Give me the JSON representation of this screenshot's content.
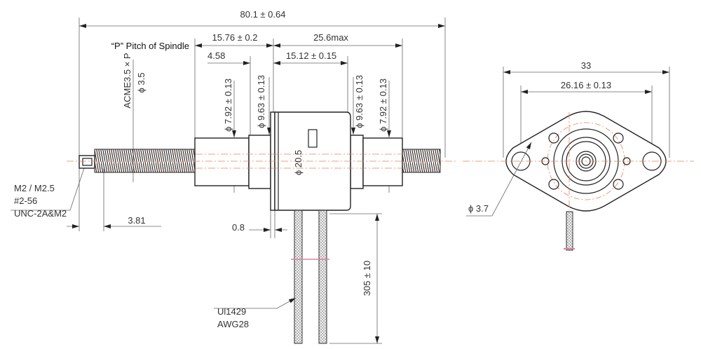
{
  "drawing": {
    "side_view": {
      "overall_length": "80.1 ± 0.64",
      "left_span": "15.76 ± 0.2",
      "right_span": "25.6max",
      "pitch_note": "“P” Pitch of Spindle",
      "boss_offset": "4.58",
      "body_length": "15.12 ± 0.15",
      "thread_spec": "ACME3.5 × P",
      "thread_diameter": "ϕ 3.5",
      "left_tube_diameter": "ϕ 7.92 ± 0.13",
      "left_boss_diameter": "ϕ 9.63 ± 0.13",
      "right_boss_diameter": "ϕ 9.63 ± 0.13",
      "right_tube_diameter": "ϕ 7.92 ± 0.13",
      "body_diameter": "ϕ 20.5",
      "flange_thickness": "0.8",
      "tip_length": "3.81",
      "lead_length": "305 ± 10",
      "tip_thread": [
        "M2 / M2.5",
        "#2-56",
        "UNC-2A&M2"
      ],
      "wire_spec": [
        "Ul1429",
        "AWG28"
      ]
    },
    "end_view": {
      "flange_width": "33",
      "hole_spacing": "26.16 ± 0.13",
      "hole_diameter": "ϕ 3.7"
    },
    "colors": {
      "outline": "#222222",
      "dimension": "#666666",
      "centerline": "#e8825a"
    }
  }
}
